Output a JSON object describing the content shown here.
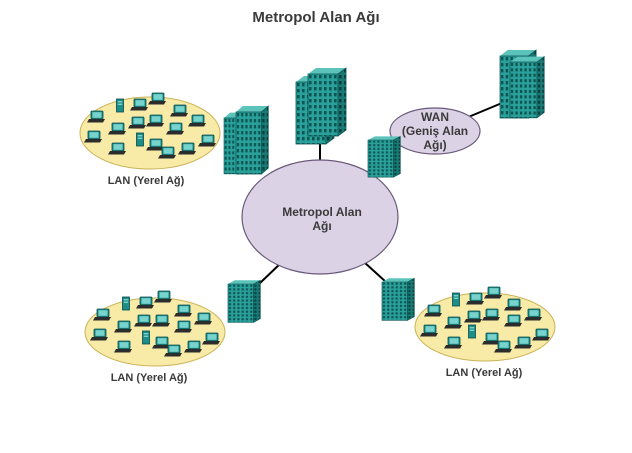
{
  "title": "Metropol Alan Ağı",
  "man": {
    "line1": "Metropol Alan",
    "line2": "Ağı"
  },
  "wan": {
    "line1": "WAN",
    "line2": "(Geniş Alan",
    "line3": "Ağı)"
  },
  "lans": [
    {
      "label": "LAN (Yerel Ağ)"
    },
    {
      "label": "LAN (Yerel Ağ)"
    },
    {
      "label": "LAN (Yerel Ağ)"
    }
  ],
  "colors": {
    "man_fill": "#dcd2e6",
    "lan_fill": "#f8eba8",
    "building": "#1f8f8a",
    "building_dark": "#116663",
    "link": "#000000"
  }
}
